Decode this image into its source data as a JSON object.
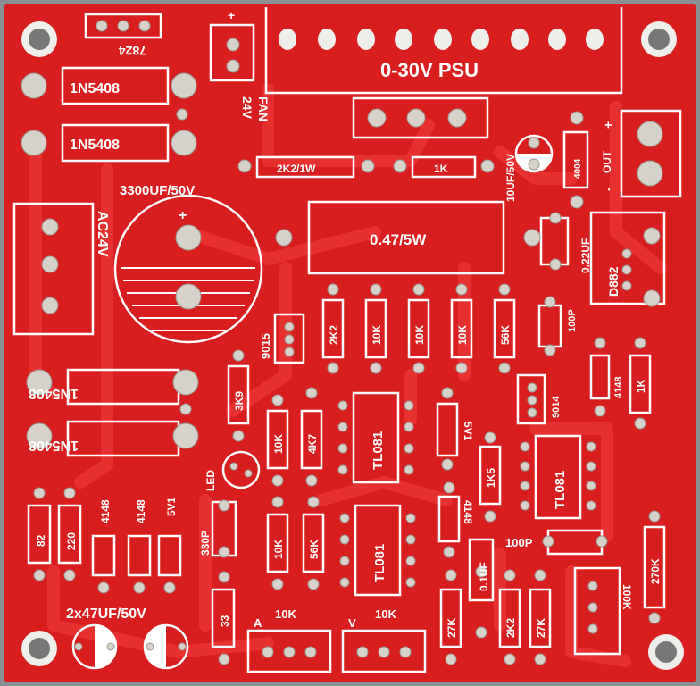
{
  "colors": {
    "board": "#d81e1e",
    "trace": "#e83030",
    "silk": "#ffffff",
    "pad": "#c9c6bf",
    "background": "#8a8f94"
  },
  "labels": {
    "title": "0-30V PSU",
    "reg": "7824",
    "fan": "FAN",
    "fan_v": "24V",
    "plus": "+",
    "d1": "1N5408",
    "d2": "1N5408",
    "d3": "1N5408",
    "d4": "1N5408",
    "cap_big": "3300UF/50V",
    "ac": "AC24V",
    "r_2k2w": "2K2/1W",
    "r_1k_top": "1K",
    "cap_10uf": "10UF/50V",
    "d_4004": "4004",
    "out": "OUT",
    "out_plus": "+",
    "out_minus": "-",
    "r_shunt": "0.47/5W",
    "cap_022": "0.22UF",
    "tr_d882": "D882",
    "tr_9015": "9015",
    "r_2k2": "2K2",
    "r_10k_a": "10K",
    "r_10k_b": "10K",
    "r_10k_c": "10K",
    "r_56k_a": "56K",
    "cap_100p_a": "100P",
    "d_4148_a": "4148",
    "r_1k_b": "1K",
    "tr_9014": "9014",
    "r_3k9": "3K9",
    "r_10k_d": "10K",
    "r_4k7": "4K7",
    "ic_1": "TL081",
    "ic_2": "TL081",
    "ic_3": "TL081",
    "z_5v1_a": "5V1",
    "r_1k5": "1K5",
    "led": "LED",
    "r_82": "82",
    "r_220": "220",
    "d_4148_b": "4148",
    "d_4148_c": "4148",
    "z_5v1_b": "5V1",
    "cap_330p": "330P",
    "r_10k_e": "10K",
    "r_56k_b": "56K",
    "d_4148_d": "4148",
    "cap_01uf": "0.1UF",
    "cap_100p_b": "100P",
    "r_100k": "100K",
    "r_270k": "270K",
    "caps_47": "2x47UF/50V",
    "r_33": "33",
    "pot_a_label": "A",
    "pot_a": "10K",
    "pot_v_label": "V",
    "pot_v": "10K",
    "r_27k_a": "27K",
    "r_2k2_b": "2K2",
    "r_27k_b": "27K"
  }
}
